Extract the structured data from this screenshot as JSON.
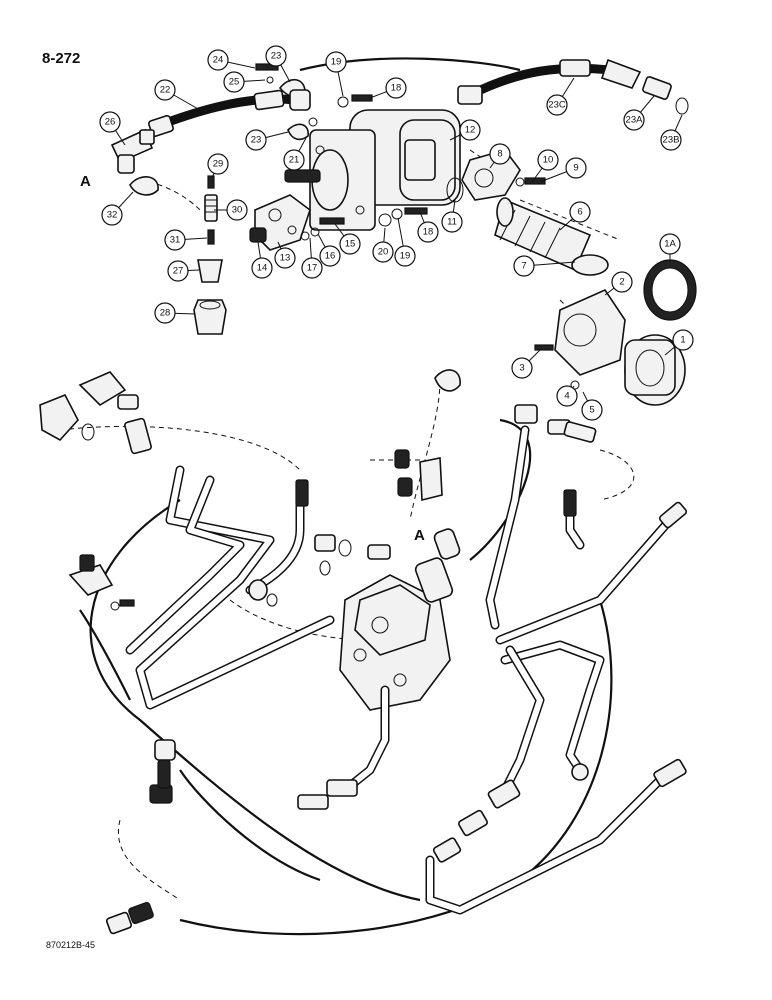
{
  "page_number": "8-272",
  "figure_id": "870212B-45",
  "reference_letter": "A",
  "callouts": [
    "1",
    "1A",
    "2",
    "3",
    "4",
    "5",
    "6",
    "7",
    "8",
    "9",
    "10",
    "11",
    "12",
    "13",
    "14",
    "15",
    "16",
    "17",
    "18",
    "19",
    "20",
    "21",
    "22",
    "23",
    "23A",
    "23B",
    "23C",
    "24",
    "25",
    "26",
    "27",
    "28",
    "29",
    "30",
    "31",
    "32"
  ]
}
